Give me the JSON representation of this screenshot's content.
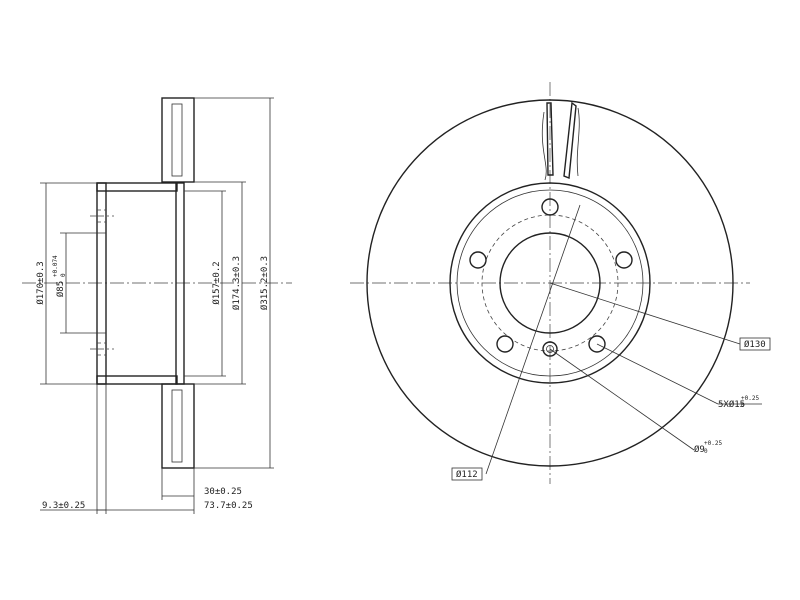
{
  "side_view": {
    "dim_d170": "Ø170±0.3",
    "dim_d85_base": "Ø85",
    "dim_d85_tol_upper": "+0.074",
    "dim_d85_tol_lower": "0",
    "dim_d157": "Ø157±0.2",
    "dim_d174": "Ø174.3±0.3",
    "dim_d315": "Ø315.2±0.3",
    "dim_thickness": "30±0.25",
    "dim_height": "73.7±0.25",
    "dim_hat": "9.3±0.25"
  },
  "front_view": {
    "label_d130": "Ø130",
    "label_holes_base": "5XØ15",
    "label_holes_tol_upper": "+0.25",
    "label_holes_tol_lower": "0",
    "label_d9_base": "Ø9",
    "label_d9_tol_upper": "+0.25",
    "label_d9_tol_lower": "0",
    "label_d112": "Ø112"
  }
}
